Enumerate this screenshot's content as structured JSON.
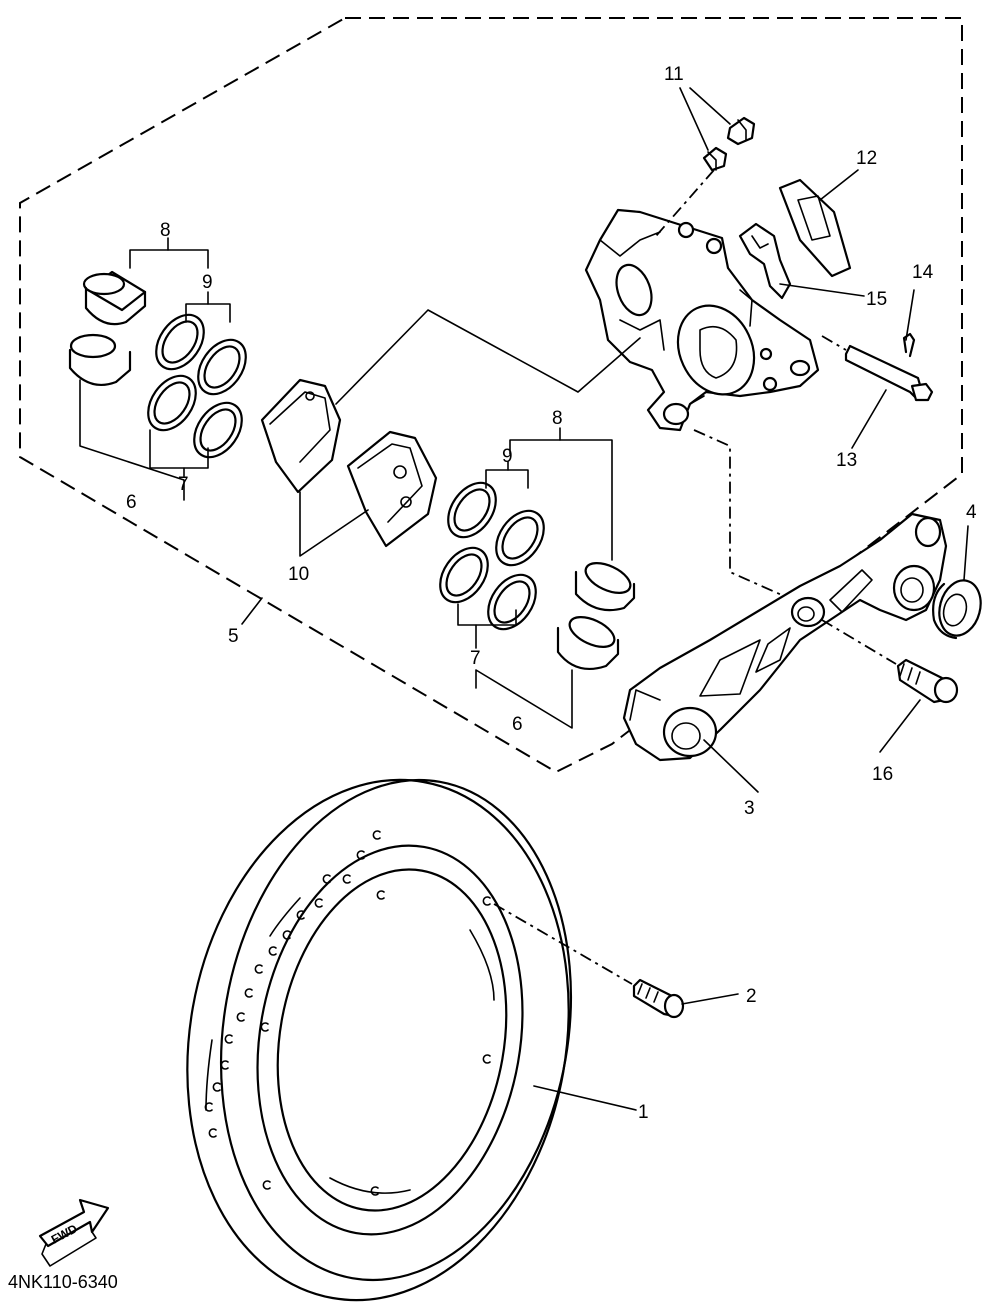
{
  "diagram_code": "4NK110-6340",
  "fwd_label": "FWD",
  "callouts": {
    "c1": "1",
    "c2": "2",
    "c3": "3",
    "c4": "4",
    "c5": "5",
    "c6a": "6",
    "c6b": "6",
    "c7a": "7",
    "c7b": "7",
    "c8a": "8",
    "c8b": "8",
    "c9a": "9",
    "c9b": "9",
    "c10": "10",
    "c11": "11",
    "c12": "12",
    "c13": "13",
    "c14": "14",
    "c15": "15",
    "c16": "16"
  }
}
